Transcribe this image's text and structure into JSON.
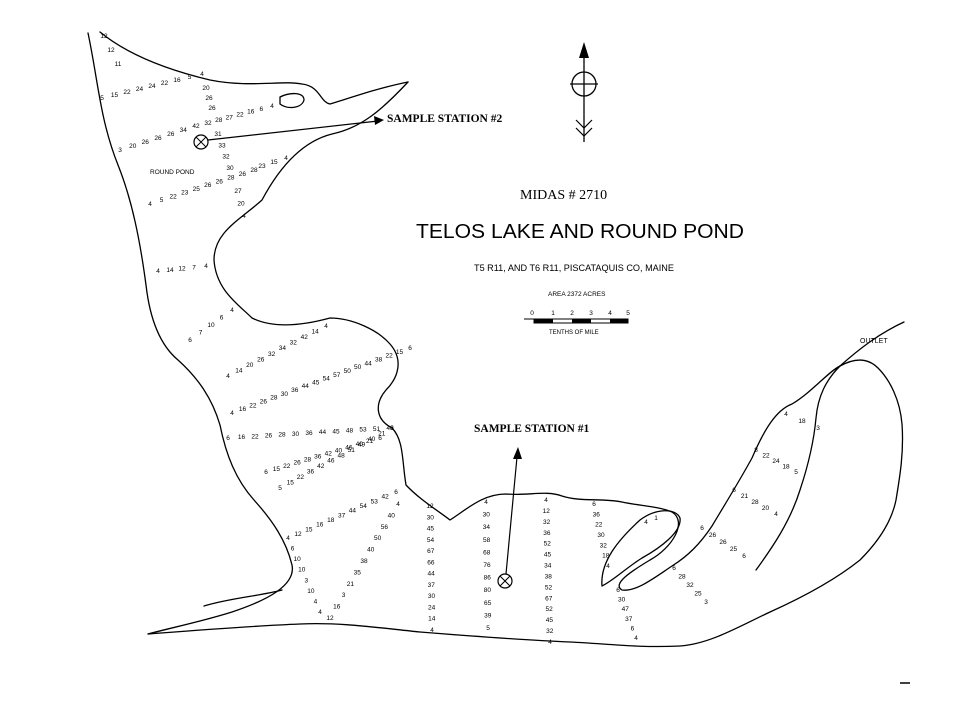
{
  "map": {
    "midas": "MIDAS # 2710",
    "title": "TELOS LAKE AND ROUND POND",
    "subtitle": "T5 R11, AND T6 R11, PISCATAQUIS CO, MAINE",
    "area": "AREA 2372 ACRES",
    "scale": {
      "ticks": [
        "0",
        "1",
        "2",
        "3",
        "4",
        "5"
      ],
      "caption": "TENTHS OF MILE"
    },
    "stations": [
      {
        "label": "SAMPLE STATION #2"
      },
      {
        "label": "SAMPLE STATION #1"
      }
    ],
    "round_pond_label": "ROUND POND",
    "outlet_label": "OUTLET",
    "soundings": {
      "rp_top": [
        "12",
        "12",
        "11"
      ],
      "rp_row1": [
        "5",
        "15",
        "22",
        "24",
        "24",
        "22",
        "16",
        "5",
        "4"
      ],
      "rp_col": [
        "20",
        "26",
        "26"
      ],
      "rp_row2": [
        "32",
        "28",
        "27",
        "22",
        "16",
        "6",
        "4"
      ],
      "rp_row3": [
        "3",
        "20",
        "26",
        "26",
        "26",
        "34",
        "42"
      ],
      "rp_col2": [
        "31",
        "33",
        "32",
        "30"
      ],
      "rp_row4": [
        "23",
        "15",
        "4"
      ],
      "rp_row5": [
        "4",
        "5",
        "22",
        "23",
        "25",
        "26",
        "26",
        "28",
        "26",
        "28"
      ],
      "rp_col3": [
        "27",
        "20",
        "4"
      ],
      "thor_row": [
        "4",
        "14",
        "12",
        "7",
        "4"
      ],
      "narrows": [
        "6",
        "7",
        "10",
        "6",
        "4"
      ],
      "t1": [
        "4",
        "14",
        "20",
        "26",
        "32",
        "34",
        "32",
        "42",
        "14",
        "4"
      ],
      "t2": [
        "4",
        "16",
        "22",
        "26",
        "28",
        "30",
        "36",
        "44",
        "45",
        "54",
        "57",
        "50",
        "50",
        "44",
        "38",
        "22",
        "15",
        "6"
      ],
      "t3": [
        "6",
        "16",
        "22",
        "26",
        "28",
        "30",
        "36",
        "44",
        "45",
        "48",
        "53",
        "51",
        "48"
      ],
      "t4": [
        "6",
        "15",
        "22",
        "26",
        "28",
        "36",
        "42",
        "40",
        "46",
        "40",
        "21",
        "6"
      ],
      "t5": [
        "5",
        "15",
        "22",
        "36",
        "42",
        "46",
        "48",
        "51",
        "49",
        "40",
        "21",
        "6"
      ],
      "t6": [
        "12",
        "15",
        "16",
        "18",
        "37",
        "44",
        "54",
        "53",
        "42",
        "6"
      ],
      "col_a": [
        "4",
        "6",
        "10",
        "10",
        "3",
        "10",
        "4",
        "4"
      ],
      "col_b": [
        "4",
        "40",
        "56",
        "50",
        "40",
        "38",
        "35",
        "21",
        "3",
        "16",
        "12"
      ],
      "col_c": [
        "12",
        "30",
        "45",
        "54",
        "67",
        "66",
        "44",
        "37",
        "30",
        "24",
        "14",
        "4"
      ],
      "col_d": [
        "4",
        "30",
        "34",
        "58",
        "68",
        "76",
        "86",
        "80",
        "65",
        "39",
        "5"
      ],
      "col_e": [
        "4",
        "12",
        "32",
        "36",
        "52",
        "45",
        "34",
        "38",
        "52",
        "67",
        "52",
        "45",
        "32",
        "4"
      ],
      "col_f": [
        "6",
        "36",
        "22",
        "30",
        "32",
        "18",
        "4"
      ],
      "col_g": [
        "6",
        "30",
        "47",
        "37",
        "6",
        "4"
      ],
      "ne1": [
        "4",
        "18",
        "3"
      ],
      "ne2": [
        "8",
        "22",
        "24",
        "18",
        "5"
      ],
      "ne3": [
        "6",
        "21",
        "28",
        "20",
        "4"
      ],
      "ne4": [
        "6",
        "26",
        "26",
        "25",
        "6"
      ],
      "ne5": [
        "6",
        "28",
        "32",
        "25",
        "3"
      ],
      "small": [
        "4",
        "1"
      ]
    }
  }
}
